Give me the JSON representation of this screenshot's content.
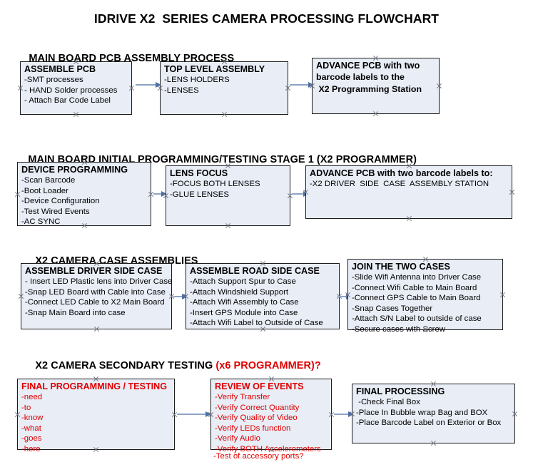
{
  "title": "IDRIVE X2  SERIES CAMERA PROCESSING FLOWCHART",
  "colors": {
    "node_fill": "#e8edf6",
    "node_border": "#1c1c1c",
    "accent_red": "#e00000",
    "connector_line": "#8da4c4",
    "connector_head": "#4a6fa8",
    "text": "#000000"
  },
  "sections": [
    {
      "id": "main-board-pcb-assembly-process",
      "heading": "MAIN BOARD PCB ASSEMBLY PROCESS",
      "heading_suffix": "",
      "nodes": [
        {
          "id": "assemble-pcb",
          "title": "ASSEMBLE PCB",
          "lines": [
            "-SMT processes",
            "- HAND Solder processes",
            "- Attach Bar Code Label"
          ],
          "red": false,
          "bold_body": false
        },
        {
          "id": "top-level-assembly",
          "title": "TOP LEVEL ASSEMBLY",
          "lines": [
            "-LENS HOLDERS",
            "-LENSES"
          ],
          "red": false,
          "bold_body": false
        },
        {
          "id": "advance-pcb-to-x2-programming-station",
          "title": "ADVANCE PCB with two",
          "lines": [
            "barcode labels to the",
            " X2 Programming Station"
          ],
          "red": false,
          "bold_body": true
        }
      ]
    },
    {
      "id": "main-board-initial-programming-testing-stage-1",
      "heading": "MAIN BOARD INITIAL PROGRAMMING/TESTING STAGE 1 (X2 PROGRAMMER)",
      "heading_suffix": "",
      "nodes": [
        {
          "id": "device-programming",
          "title": "DEVICE PROGRAMMING",
          "lines": [
            "-Scan Barcode",
            "-Boot Loader",
            "-Device Configuration",
            "-Test Wired Events",
            "-AC SYNC"
          ],
          "red": false,
          "bold_body": false
        },
        {
          "id": "lens-focus",
          "title": "LENS FOCUS",
          "lines": [
            "-FOCUS BOTH LENSES",
            "-GLUE LENSES"
          ],
          "red": false,
          "bold_body": false
        },
        {
          "id": "advance-pcb-to-driver-side-case-assembly-station",
          "title": "ADVANCE PCB with two barcode labels to:",
          "lines": [
            "-X2 DRIVER  SIDE  CASE  ASSEMBLY STATION"
          ],
          "red": false,
          "bold_body": false
        }
      ]
    },
    {
      "id": "x2-camera-case-assemblies",
      "heading": "X2 CAMERA CASE ASSEMBLIES",
      "heading_suffix": "",
      "nodes": [
        {
          "id": "assemble-driver-side-case",
          "title": "ASSEMBLE DRIVER SIDE CASE",
          "lines": [
            "- Insert LED Plastic lens into Driver Case",
            "-Snap LED Board with Cable into Case",
            "-Connect LED Cable to X2 Main Board",
            "-Snap Main Board into case"
          ],
          "red": false,
          "bold_body": false
        },
        {
          "id": "assemble-road-side-case",
          "title": "ASSEMBLE ROAD SIDE CASE",
          "lines": [
            "-Attach Support Spur to Case",
            "-Attach Windshield Support",
            "-Attach Wifi Assembly to Case",
            "-Insert GPS Module into Case",
            "-Attach Wifi Label to Outside of Case"
          ],
          "red": false,
          "bold_body": false
        },
        {
          "id": "join-the-two-cases",
          "title": "JOIN THE TWO CASES",
          "lines": [
            "-Slide Wifi Antenna into Driver Case",
            "-Connect Wifi Cable to Main Board",
            "-Connect GPS Cable to Main Board",
            "-Snap Cases Together",
            "-Attach S/N Label to outside of case",
            "-Secure cases with Screw"
          ],
          "red": false,
          "bold_body": false
        }
      ]
    },
    {
      "id": "x2-camera-secondary-testing",
      "heading": "X2 CAMERA SECONDARY TESTING ",
      "heading_suffix": "(x6 PROGRAMMER)?",
      "nodes": [
        {
          "id": "final-programming-testing",
          "title": "FINAL PROGRAMMING / TESTING",
          "lines": [
            "-need",
            "-to",
            "-know",
            "-what",
            "-goes",
            "-here"
          ],
          "red": true,
          "bold_body": false
        },
        {
          "id": "review-of-events",
          "title": "REVIEW OF EVENTS",
          "lines": [
            "-Verify Transfer",
            "-Verify Correct Quantity",
            "-Verify Quality of Video",
            "-Verify LEDs function",
            "-Verify Audio",
            "-Verify BOTH Accelerometers"
          ],
          "overflow_line": "-Test of accessory ports?",
          "red": true,
          "bold_body": false
        },
        {
          "id": "final-processing",
          "title": "FINAL PROCESSING",
          "lines": [
            " -Check Final Box",
            "-Place In Bubble wrap Bag and BOX",
            "-Place Barcode Label on Exterior or Box"
          ],
          "red": false,
          "bold_body": false
        }
      ]
    }
  ],
  "connectors": [
    {
      "id": "conn-assemble-pcb-to-top-level-assembly"
    },
    {
      "id": "conn-top-level-assembly-to-advance-pcb"
    },
    {
      "id": "conn-device-programming-to-lens-focus"
    },
    {
      "id": "conn-lens-focus-to-advance-pcb"
    },
    {
      "id": "conn-driver-case-to-road-case"
    },
    {
      "id": "conn-road-case-to-join-cases"
    },
    {
      "id": "conn-final-programming-to-review-of-events"
    },
    {
      "id": "conn-review-of-events-to-final-processing"
    }
  ]
}
